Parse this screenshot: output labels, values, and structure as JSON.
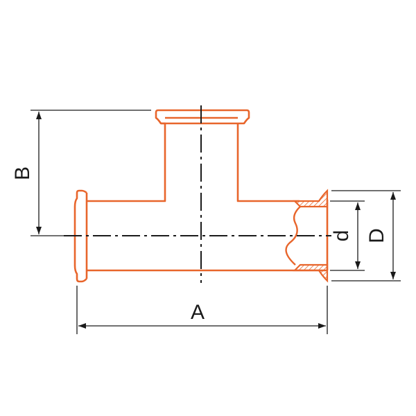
{
  "colors": {
    "part_stroke": "#e8652b",
    "hatch": "#e8652b",
    "dimension": "#1a1a1a",
    "centerline": "#1a1a1a",
    "background": "#ffffff"
  },
  "dimensions": {
    "A": "A",
    "B": "B",
    "d": "d",
    "D": "D"
  }
}
